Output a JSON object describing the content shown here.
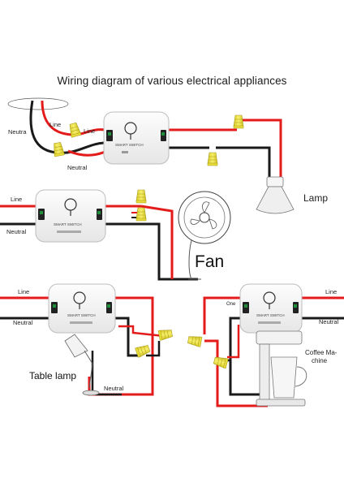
{
  "title": "Wiring diagram of various electrical appliances",
  "switch_brand": "SMART SWITCH",
  "diagram1": {
    "neutral": "Neutra",
    "line_top": "Line",
    "line_right": "Line",
    "neutral_bottom": "Neutral",
    "device": "Lamp"
  },
  "diagram2": {
    "line": "Line",
    "neutral": "Neutral",
    "device": "Fan"
  },
  "diagram3": {
    "line": "Line",
    "neutral": "Neutral",
    "neutral_bottom": "Neutral",
    "device": "Table lamp"
  },
  "diagram4": {
    "line": "Line",
    "neutral": "Neutral",
    "one": "One",
    "device_line1": "Coffee Ma-",
    "device_line2": "chine"
  },
  "colors": {
    "line_wire": "#e31b1b",
    "neutral_wire": "#1a1a1a",
    "connector": "#f0e63a",
    "indicator": "#1f8f3a"
  }
}
